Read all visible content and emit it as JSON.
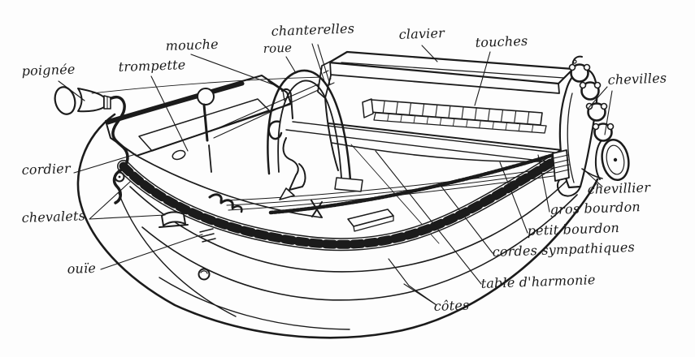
{
  "colors": {
    "ink": "#1b1b1b",
    "paper": "#fdfdfd"
  },
  "labels": {
    "poignee": "poignée",
    "trompette": "trompette",
    "mouche": "mouche",
    "chanterelles": "chanterelles",
    "roue": "roue",
    "clavier": "clavier",
    "touches": "touches",
    "chevilles": "chevilles",
    "cordier": "cordier",
    "chevalets": "chevalets",
    "ouie": "ouïe",
    "chevillier": "chevillier",
    "gros_bourdon": "gros bourdon",
    "petit_bourdon": "petit bourdon",
    "cordes_sympathiques": "cordes sympathiques",
    "table_harmonie": "table d'harmonie",
    "cotes": "côtes"
  }
}
